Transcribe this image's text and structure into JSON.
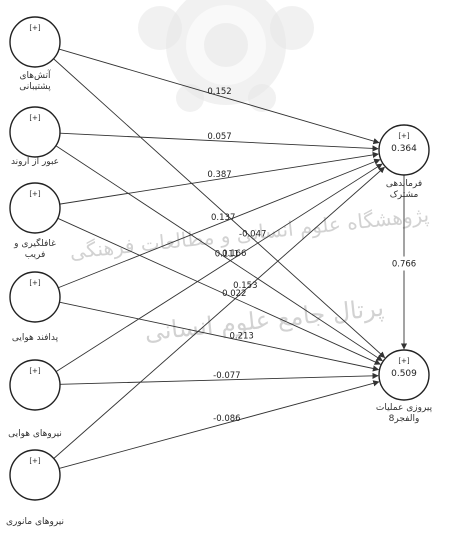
{
  "nodes": [
    {
      "id": "n1",
      "marker": "[+]",
      "value": "",
      "label_lines": [
        "آتش‌های",
        "پشتیبانی"
      ]
    },
    {
      "id": "n2",
      "marker": "[+]",
      "value": "",
      "label_lines": [
        "عبور از اروند"
      ]
    },
    {
      "id": "n3",
      "marker": "[+]",
      "value": "",
      "label_lines": [
        "غافلگیری و",
        "فریب"
      ]
    },
    {
      "id": "n4",
      "marker": "[+]",
      "value": "",
      "label_lines": [
        "پدافند هوایی"
      ]
    },
    {
      "id": "n5",
      "marker": "[+]",
      "value": "",
      "label_lines": [
        "نیروهای هوایی"
      ]
    },
    {
      "id": "n6",
      "marker": "[+]",
      "value": "",
      "label_lines": [
        "نیروهای مانوری"
      ]
    },
    {
      "id": "t1",
      "marker": "[+]",
      "value": "0.364",
      "label_lines": [
        "فرماندهی",
        "مشترک"
      ]
    },
    {
      "id": "t2",
      "marker": "[+]",
      "value": "0.509",
      "label_lines": [
        "پیروزی عملیات",
        "والفجر8"
      ]
    }
  ],
  "edges": [
    {
      "from": "n1",
      "to": "t1",
      "label": "0.152"
    },
    {
      "from": "n2",
      "to": "t1",
      "label": "0.057"
    },
    {
      "from": "n3",
      "to": "t1",
      "label": "0.387"
    },
    {
      "from": "n1",
      "to": "t2",
      "label": "-0.047"
    },
    {
      "from": "n4",
      "to": "t1",
      "label": "0.137"
    },
    {
      "from": "n2",
      "to": "t2",
      "label": "0.111"
    },
    {
      "from": "n5",
      "to": "t1",
      "label": "0.166"
    },
    {
      "from": "n3",
      "to": "t2",
      "label": "0.022"
    },
    {
      "from": "n6",
      "to": "t1",
      "label": "0.153"
    },
    {
      "from": "n4",
      "to": "t2",
      "label": "0.213"
    },
    {
      "from": "n5",
      "to": "t2",
      "label": "-0.077"
    },
    {
      "from": "n6",
      "to": "t2",
      "label": "-0.086"
    },
    {
      "from": "t1",
      "to": "t2",
      "label": "0.766"
    }
  ],
  "watermark": {
    "line1": "پژوهشگاه علوم انسانی و مطالعات فرهنگی",
    "line2": "پرتال جامع علوم انسانی"
  }
}
